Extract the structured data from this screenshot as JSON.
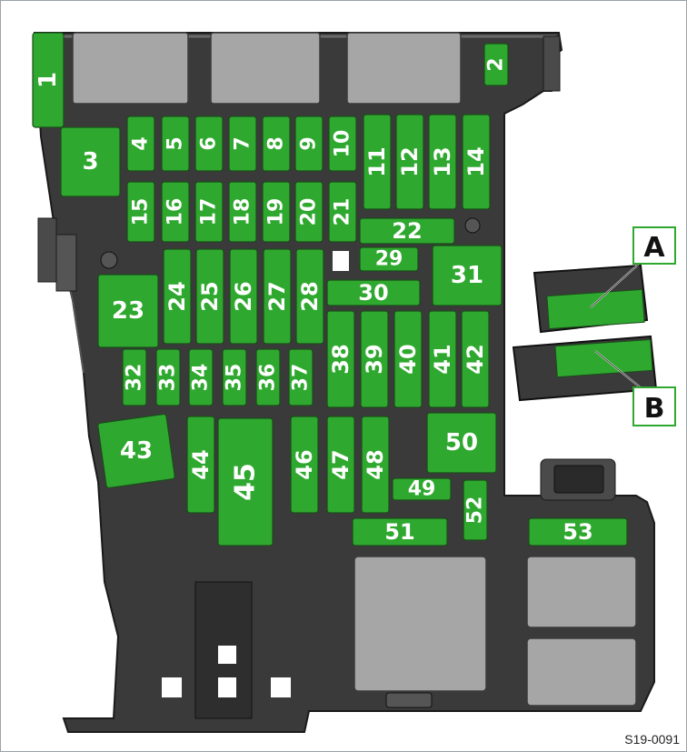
{
  "figure_code": "S19-0091",
  "fuses": [
    {
      "id": "1",
      "label": "1"
    },
    {
      "id": "2",
      "label": "2"
    },
    {
      "id": "3",
      "label": "3"
    },
    {
      "id": "4",
      "label": "4"
    },
    {
      "id": "5",
      "label": "5"
    },
    {
      "id": "6",
      "label": "6"
    },
    {
      "id": "7",
      "label": "7"
    },
    {
      "id": "8",
      "label": "8"
    },
    {
      "id": "9",
      "label": "9"
    },
    {
      "id": "10",
      "label": "10"
    },
    {
      "id": "11",
      "label": "11"
    },
    {
      "id": "12",
      "label": "12"
    },
    {
      "id": "13",
      "label": "13"
    },
    {
      "id": "14",
      "label": "14"
    },
    {
      "id": "15",
      "label": "15"
    },
    {
      "id": "16",
      "label": "16"
    },
    {
      "id": "17",
      "label": "17"
    },
    {
      "id": "18",
      "label": "18"
    },
    {
      "id": "19",
      "label": "19"
    },
    {
      "id": "20",
      "label": "20"
    },
    {
      "id": "21",
      "label": "21"
    },
    {
      "id": "22",
      "label": "22"
    },
    {
      "id": "23",
      "label": "23"
    },
    {
      "id": "24",
      "label": "24"
    },
    {
      "id": "25",
      "label": "25"
    },
    {
      "id": "26",
      "label": "26"
    },
    {
      "id": "27",
      "label": "27"
    },
    {
      "id": "28",
      "label": "28"
    },
    {
      "id": "29",
      "label": "29"
    },
    {
      "id": "30",
      "label": "30"
    },
    {
      "id": "31",
      "label": "31"
    },
    {
      "id": "32",
      "label": "32"
    },
    {
      "id": "33",
      "label": "33"
    },
    {
      "id": "34",
      "label": "34"
    },
    {
      "id": "35",
      "label": "35"
    },
    {
      "id": "36",
      "label": "36"
    },
    {
      "id": "37",
      "label": "37"
    },
    {
      "id": "38",
      "label": "38"
    },
    {
      "id": "39",
      "label": "39"
    },
    {
      "id": "40",
      "label": "40"
    },
    {
      "id": "41",
      "label": "41"
    },
    {
      "id": "42",
      "label": "42"
    },
    {
      "id": "43",
      "label": "43"
    },
    {
      "id": "44",
      "label": "44"
    },
    {
      "id": "45",
      "label": "45"
    },
    {
      "id": "46",
      "label": "46"
    },
    {
      "id": "47",
      "label": "47"
    },
    {
      "id": "48",
      "label": "48"
    },
    {
      "id": "49",
      "label": "49"
    },
    {
      "id": "50",
      "label": "50"
    },
    {
      "id": "51",
      "label": "51"
    },
    {
      "id": "52",
      "label": "52"
    },
    {
      "id": "53",
      "label": "53"
    }
  ],
  "callouts": [
    {
      "id": "A",
      "label": "A"
    },
    {
      "id": "B",
      "label": "B"
    }
  ],
  "colors": {
    "fuse_green": "#2fa82f",
    "housing": "#3a3a3a",
    "relay_grey": "#a6a6a6"
  }
}
